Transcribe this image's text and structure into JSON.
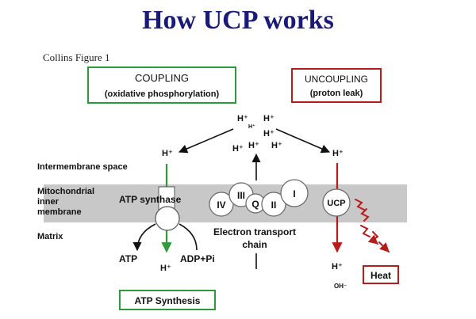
{
  "title": "How UCP works",
  "figure_caption": "Collins Figure 1",
  "coupling_box": {
    "title": "COUPLING",
    "subtitle": "(oxidative phosphorylation)"
  },
  "uncoupling_box": {
    "title": "UNCOUPLING",
    "subtitle": "(proton leak)"
  },
  "region_labels": {
    "intermembrane": "Intermembrane space",
    "membrane_line1": "Mitochondrial",
    "membrane_line2": "inner",
    "membrane_line3": "membrane",
    "matrix": "Matrix"
  },
  "proton_label": "H⁺",
  "proton_small": "H⁺",
  "hydroxide_label": "OH⁻",
  "atp_synthase_label": "ATP synthase",
  "complexes": [
    "I",
    "II",
    "III",
    "IV",
    "Q"
  ],
  "ucp_label": "UCP",
  "etc_line1": "Electron transport",
  "etc_line2": "chain",
  "atp_label": "ATP",
  "adp_label": "ADP+Pi",
  "atp_synthesis_box": "ATP Synthesis",
  "heat_box": "Heat",
  "colors": {
    "title": "#1a1a7a",
    "green": "#2f9a3a",
    "red": "#b71c1c",
    "membrane": "#c8c8c8",
    "text": "#111111"
  }
}
